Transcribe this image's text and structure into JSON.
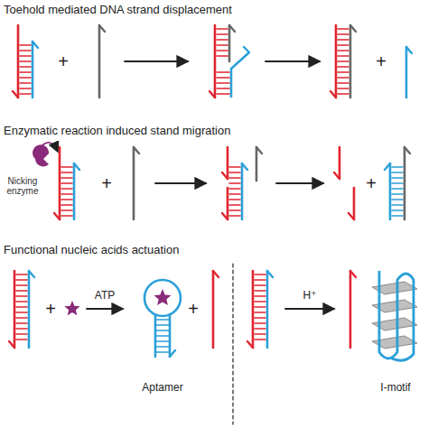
{
  "diagram": {
    "labels": [
      "Toehold mediated DNA strand displacement",
      "+",
      "+",
      "Enzymatic reaction induced stand migration",
      "Nicking enzyme",
      "+",
      "+",
      "Functional nucleic acids actuation",
      "+",
      "ATP",
      "Aptamer",
      "+",
      "H⁺",
      "I-motif"
    ]
  }
}
